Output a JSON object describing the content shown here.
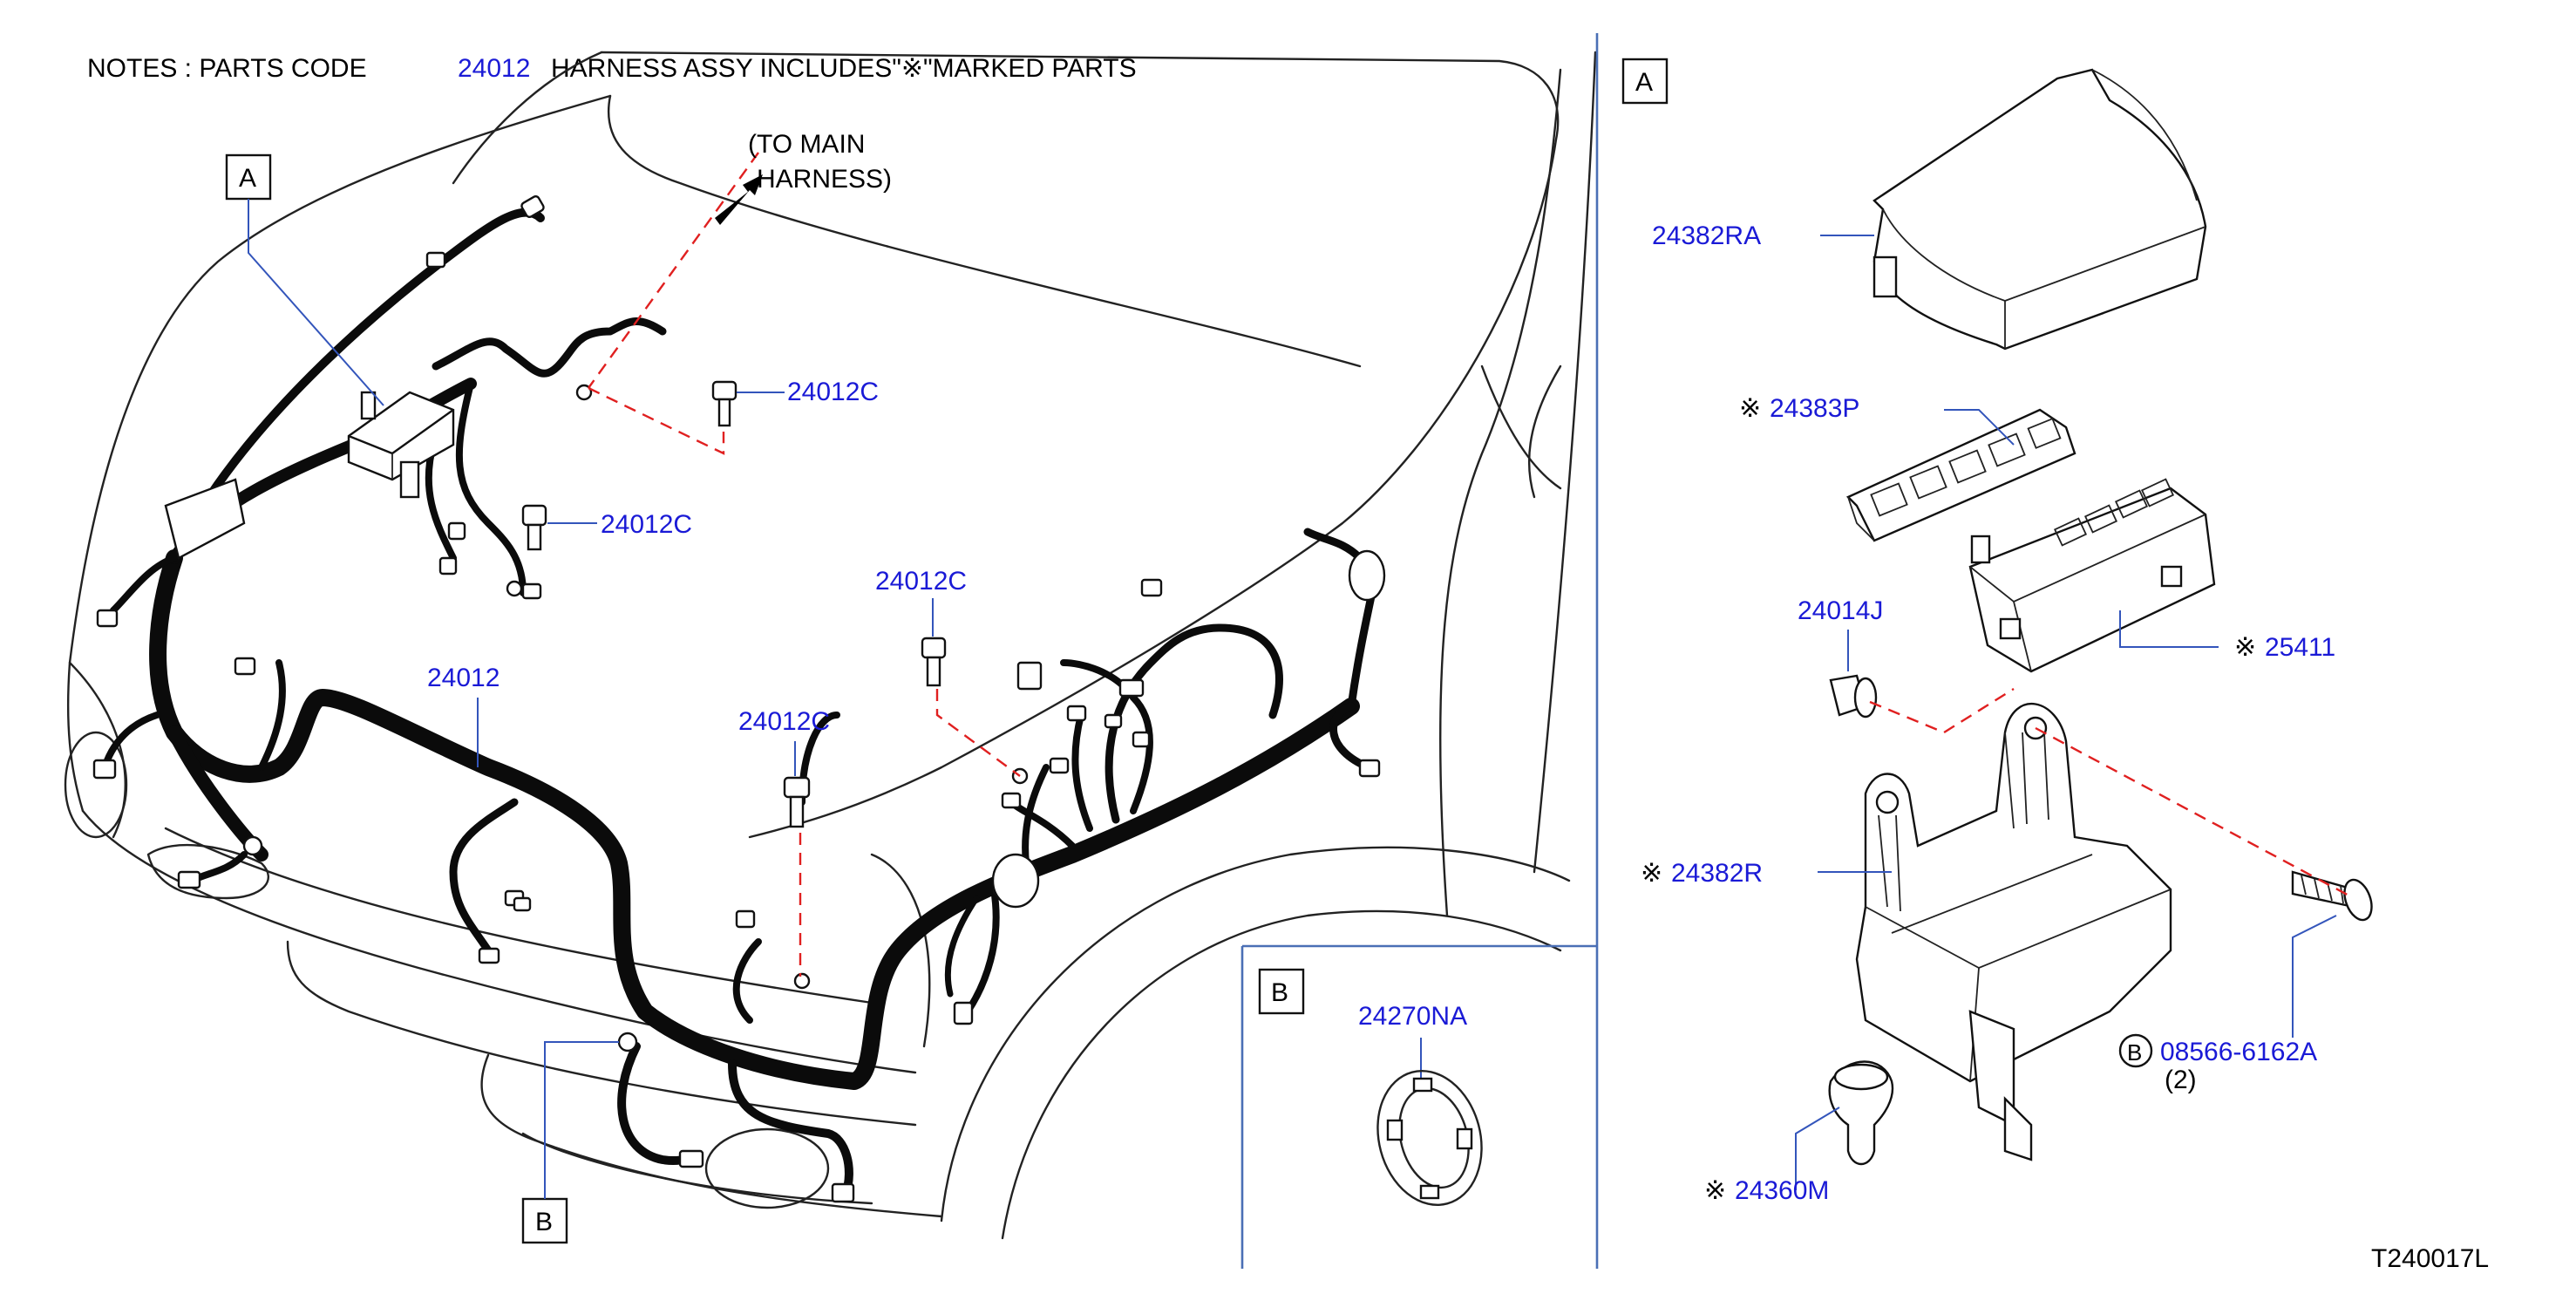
{
  "notes": {
    "prefix": "NOTES  :  PARTS  CODE",
    "code": "24012",
    "suffix": "HARNESS  ASSY  INCLUDES\"※\"MARKED  PARTS"
  },
  "to_main_harness": {
    "line1": "(TO  MAIN",
    "line2": "HARNESS)"
  },
  "callouts": {
    "a": "A",
    "b": "B"
  },
  "main_view": {
    "harness_label": "24012",
    "bolt_labels": [
      "24012C",
      "24012C",
      "24012C",
      "24012C"
    ]
  },
  "detail_a": {
    "title": "A",
    "parts": {
      "cover": "24382RA",
      "relay_holder": "24383P",
      "fuse_block": "25411",
      "clip": "24014J",
      "bracket": "24382R",
      "bolt": "08566-6162A",
      "bolt_qty": "(2)",
      "bolt_marker": "B",
      "grommet": "24360M"
    },
    "mark": "※"
  },
  "detail_b": {
    "title": "B",
    "part": "24270NA"
  },
  "drawing_id": "T240017L",
  "colors": {
    "label": "#1a1ad6",
    "panel_line": "#4a6fb5",
    "dash_line": "#e02020",
    "harness": "#0b0b0b"
  }
}
